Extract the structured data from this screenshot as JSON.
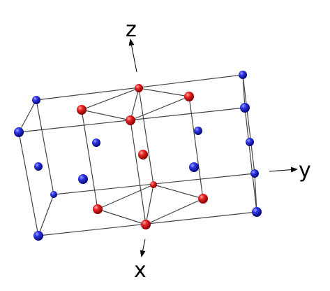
{
  "axes": {
    "z": {
      "label": "z"
    },
    "y": {
      "label": "y"
    },
    "x": {
      "label": "x"
    }
  },
  "colors": {
    "blue_atom": "#1515d0",
    "red_atom": "#e01818",
    "edge": "#444444",
    "background": "#ffffff"
  }
}
